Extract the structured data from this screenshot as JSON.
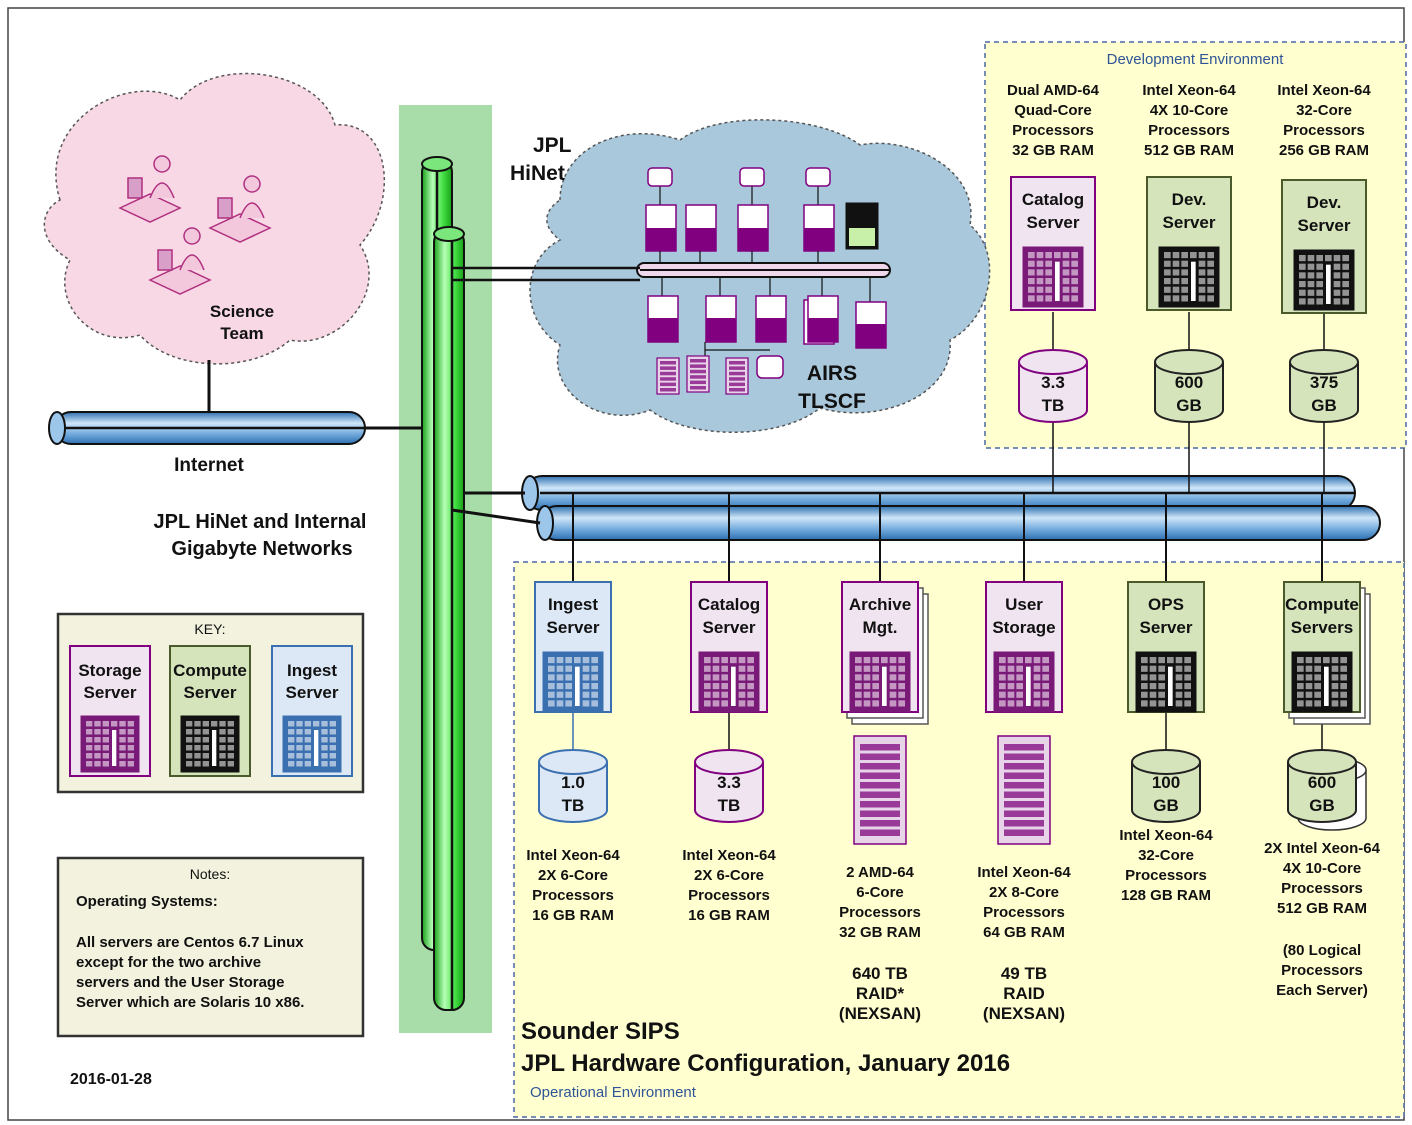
{
  "title_line1": "Sounder SIPS",
  "title_line2": "JPL Hardware Configuration, January 2016",
  "date": "2016-01-28",
  "dev_env_label": "Development Environment",
  "ops_env_label": "Operational Environment",
  "hinet_label": [
    "JPL",
    "HiNet"
  ],
  "tlscf_label": [
    "AIRS",
    "TLSCF"
  ],
  "science_team_label": [
    "Science",
    "Team"
  ],
  "internet_label": "Internet",
  "networks_label": [
    "JPL HiNet and Internal",
    "Gigabyte Networks"
  ],
  "key": {
    "title": "KEY:",
    "storage": [
      "Storage",
      "Server"
    ],
    "compute": [
      "Compute",
      "Server"
    ],
    "ingest": [
      "Ingest",
      "Server"
    ]
  },
  "notes": {
    "title": "Notes:",
    "heading": "Operating Systems:",
    "body": [
      "All servers are Centos 6.7 Linux",
      "except for the two archive",
      "servers and the User Storage",
      "Server which are Solaris 10 x86."
    ]
  },
  "dev_servers": [
    {
      "specs": [
        "Dual AMD-64",
        "Quad-Core",
        "Processors",
        "32 GB RAM"
      ],
      "name": [
        "Catalog",
        "Server"
      ],
      "disk": [
        "3.3",
        "TB"
      ],
      "kind": "storage"
    },
    {
      "specs": [
        "Intel Xeon-64",
        "4X 10-Core",
        "Processors",
        "512 GB RAM"
      ],
      "name": [
        "Dev.",
        "Server"
      ],
      "disk": [
        "600",
        "GB"
      ],
      "kind": "compute"
    },
    {
      "specs": [
        "Intel Xeon-64",
        "32-Core",
        "Processors",
        "256 GB RAM"
      ],
      "name": [
        "Dev.",
        "Server"
      ],
      "disk": [
        "375",
        "GB"
      ],
      "kind": "compute"
    }
  ],
  "ops_servers": [
    {
      "name": [
        "Ingest",
        "Server"
      ],
      "disk": [
        "1.0",
        "TB"
      ],
      "specs": [
        "Intel Xeon-64",
        "2X 6-Core",
        "Processors",
        "16 GB RAM"
      ],
      "kind": "ingest"
    },
    {
      "name": [
        "Catalog",
        "Server"
      ],
      "disk": [
        "3.3",
        "TB"
      ],
      "specs": [
        "Intel Xeon-64",
        "2X 6-Core",
        "Processors",
        "16 GB RAM"
      ],
      "kind": "storage"
    },
    {
      "name": [
        "Archive",
        "Mgt."
      ],
      "disk": [],
      "specs": [
        "2 AMD-64",
        "6-Core",
        "Processors",
        "32 GB RAM",
        "",
        "640 TB",
        "RAID*",
        "(NEXSAN)"
      ],
      "kind": "storage"
    },
    {
      "name": [
        "User",
        "Storage"
      ],
      "disk": [],
      "specs": [
        "Intel Xeon-64",
        "2X 8-Core",
        "Processors",
        "64 GB RAM",
        "",
        "49  TB",
        "RAID",
        "(NEXSAN)"
      ],
      "kind": "storage"
    },
    {
      "name": [
        "OPS",
        "Server"
      ],
      "disk": [
        "100",
        "GB"
      ],
      "specs": [
        "Intel Xeon-64",
        "32-Core",
        "Processors",
        "128 GB RAM"
      ],
      "kind": "compute"
    },
    {
      "name": [
        "Compute",
        "Servers"
      ],
      "disk": [
        "600",
        "GB"
      ],
      "specs": [
        "2X Intel Xeon-64",
        "4X 10-Core",
        "Processors",
        "512 GB RAM",
        "",
        "(80 Logical",
        "Processors",
        "Each Server)"
      ],
      "kind": "compute"
    }
  ],
  "colors": {
    "storage_fill": "#f0e4f0",
    "storage_stroke": "#800080",
    "storage_icon": "#7a1a78",
    "compute_fill": "#d6e4bc",
    "compute_stroke": "#4b5a2a",
    "compute_icon": "#111111",
    "ingest_fill": "#dde8f6",
    "ingest_stroke": "#3a6fb0",
    "ingest_icon": "#3a6fb0",
    "env_fill": "#ffffd0",
    "green_band": "#a8dca8",
    "pipe_green": "#33dd33",
    "pipe_blue": "#5b9fd6",
    "cloud_pink": "#f8d8e4",
    "cloud_blue": "#aac8dc",
    "notes_fill": "#f2f2de"
  }
}
